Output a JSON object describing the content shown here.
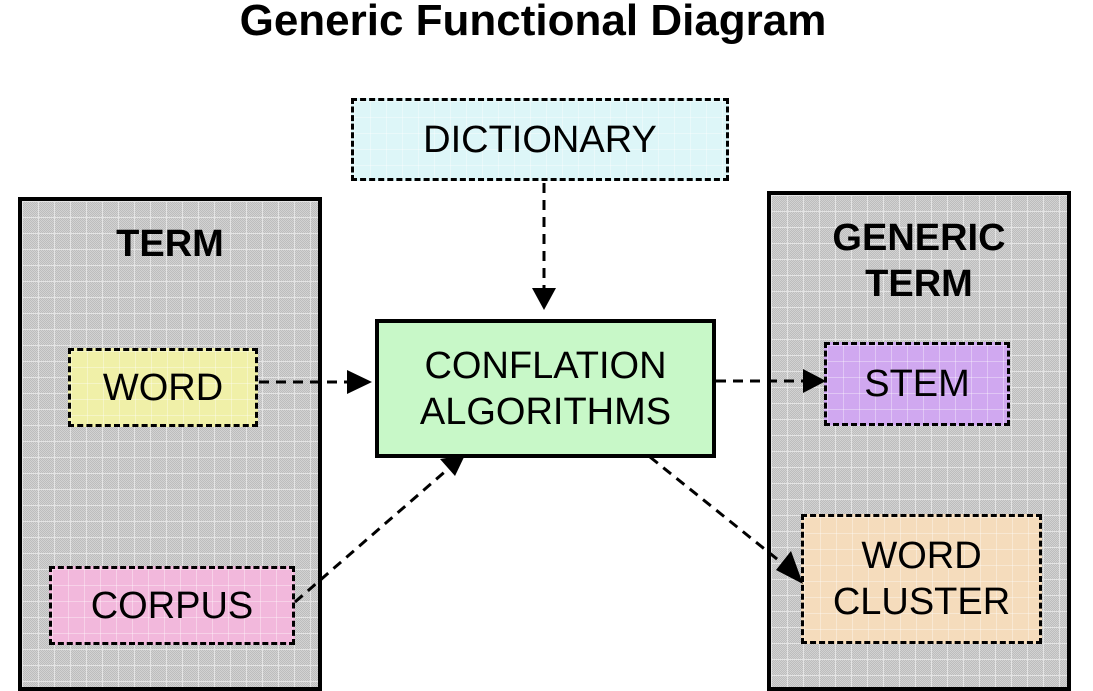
{
  "title": "Generic Functional Diagram",
  "colors": {
    "dictionary": "#ddf6f8",
    "conflation": "#c8f8c8",
    "word": "#f0f0a8",
    "corpus": "#f2b8dc",
    "stem": "#d0a8f0",
    "word_cluster": "#f5dcbc"
  },
  "panels": {
    "term": {
      "title": "TERM"
    },
    "generic_term": {
      "title_line1": "GENERIC",
      "title_line2": "TERM"
    }
  },
  "nodes": {
    "dictionary": "DICTIONARY",
    "conflation_line1": "CONFLATION",
    "conflation_line2": "ALGORITHMS",
    "word": "WORD",
    "corpus": "CORPUS",
    "stem": "STEM",
    "word_cluster_line1": "WORD",
    "word_cluster_line2": "CLUSTER"
  },
  "edges": [
    {
      "from": "DICTIONARY",
      "to": "CONFLATION ALGORITHMS",
      "style": "dashed"
    },
    {
      "from": "WORD",
      "to": "CONFLATION ALGORITHMS",
      "style": "dashed"
    },
    {
      "from": "CORPUS",
      "to": "CONFLATION ALGORITHMS",
      "style": "dashed"
    },
    {
      "from": "CONFLATION ALGORITHMS",
      "to": "STEM",
      "style": "dashed"
    },
    {
      "from": "CONFLATION ALGORITHMS",
      "to": "WORD CLUSTER",
      "style": "dashed"
    }
  ]
}
